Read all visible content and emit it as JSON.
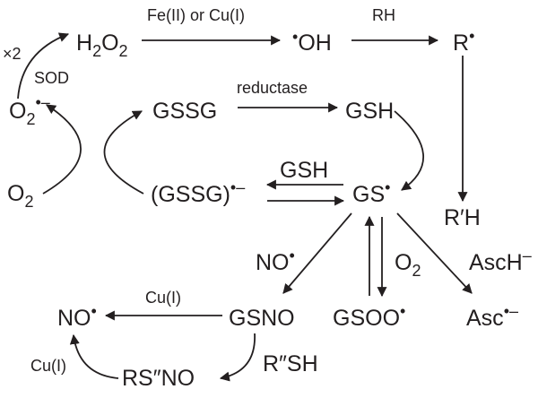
{
  "diagram": {
    "colors": {
      "ink": "#231f20",
      "background": "#ffffff"
    },
    "species": {
      "h2o2": {
        "base": "H",
        "sub1": "2",
        "mid": "O",
        "sub2": "2"
      },
      "oh_radical": {
        "dot": "•",
        "text": "OH"
      },
      "r_radical": {
        "text": "R",
        "dot": "•"
      },
      "superoxide": {
        "base": "O",
        "sub": "2",
        "sup": "•–"
      },
      "oxygen": {
        "base": "O",
        "sub": "2"
      },
      "gssg": "GSSG",
      "gsh": "GSH",
      "gssg_radical_anion": {
        "text": "(GSSG)",
        "sup": "•–"
      },
      "gs_radical": {
        "text": "GS",
        "dot": "•"
      },
      "rprime_h": "R′H",
      "no_radical_left": {
        "text": "NO",
        "dot": "•"
      },
      "gsno": "GSNO",
      "gsoo_radical": {
        "text": "GSOO",
        "dot": "•"
      },
      "asc_radical_anion": {
        "text": "Asc",
        "sup": "•–"
      },
      "rsno": "RS″NO"
    },
    "labels": {
      "fe_cu": "Fe(II) or Cu(I)",
      "rh": "RH",
      "x2": "×2",
      "sod": "SOD",
      "reductase": "reductase",
      "gsh_reagent": "GSH",
      "no_reagent": {
        "text": "NO",
        "dot": "•"
      },
      "o2_reagent": {
        "base": "O",
        "sub": "2"
      },
      "asch": {
        "text": "AscH",
        "sup": "–"
      },
      "cu_top": "Cu(I)",
      "cu_bottom": "Cu(I)",
      "rsh": "R″SH"
    }
  }
}
